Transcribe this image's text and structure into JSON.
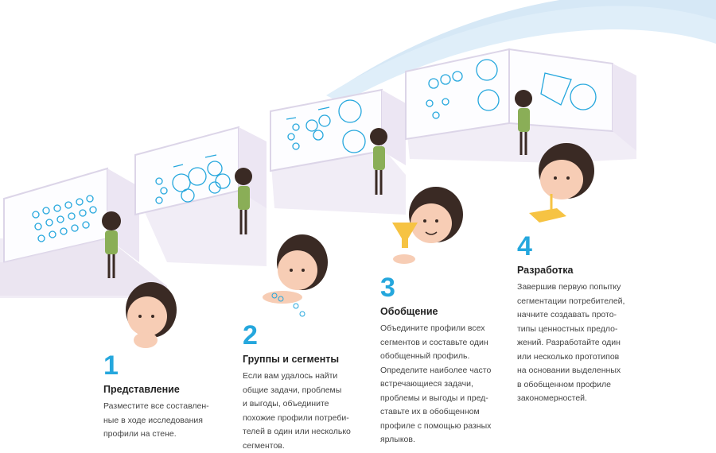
{
  "steps": [
    {
      "number": "1",
      "title": "Представление",
      "description": "Разместите все составлен-\nные в ходе исследования\nпрофили на стене."
    },
    {
      "number": "2",
      "title": "Группы и сегменты",
      "description": "Если вам удалось найти\nобщие задачи, проблемы\nи выгоды, объедините\nпохожие профили потреби-\nтелей в один или несколько\nсегментов."
    },
    {
      "number": "3",
      "title": "Обобщение",
      "description": "Объедините профили всех\nсегментов и составьте один\nобобщенный профиль.\nОпределите наиболее часто\nвстречающиеся задачи,\nпроблемы и выгоды и пред-\nставьте их в обобщенном\nпрофиле с помощью разных\nярлыков."
    },
    {
      "number": "4",
      "title": "Разработка",
      "description": "Завершив первую попытку\nсегментации потребителей,\nначните создавать прото-\nтипы ценностных предло-\nжений. Разработайте один\nили несколько прототипов\nна основании выделенных\nв обобщенном профиле\nзакономерностей."
    }
  ],
  "colors": {
    "accent": "#25a7dd",
    "arc": "#d6e8f6",
    "room_floor": "#f1edf6",
    "room_edge": "#dcd5e8",
    "room_wall": "#fdfdff",
    "skin": "#f7cdb5",
    "hair": "#3a2a24",
    "shirt": "#8aae57",
    "sticky": "#f6c343"
  }
}
